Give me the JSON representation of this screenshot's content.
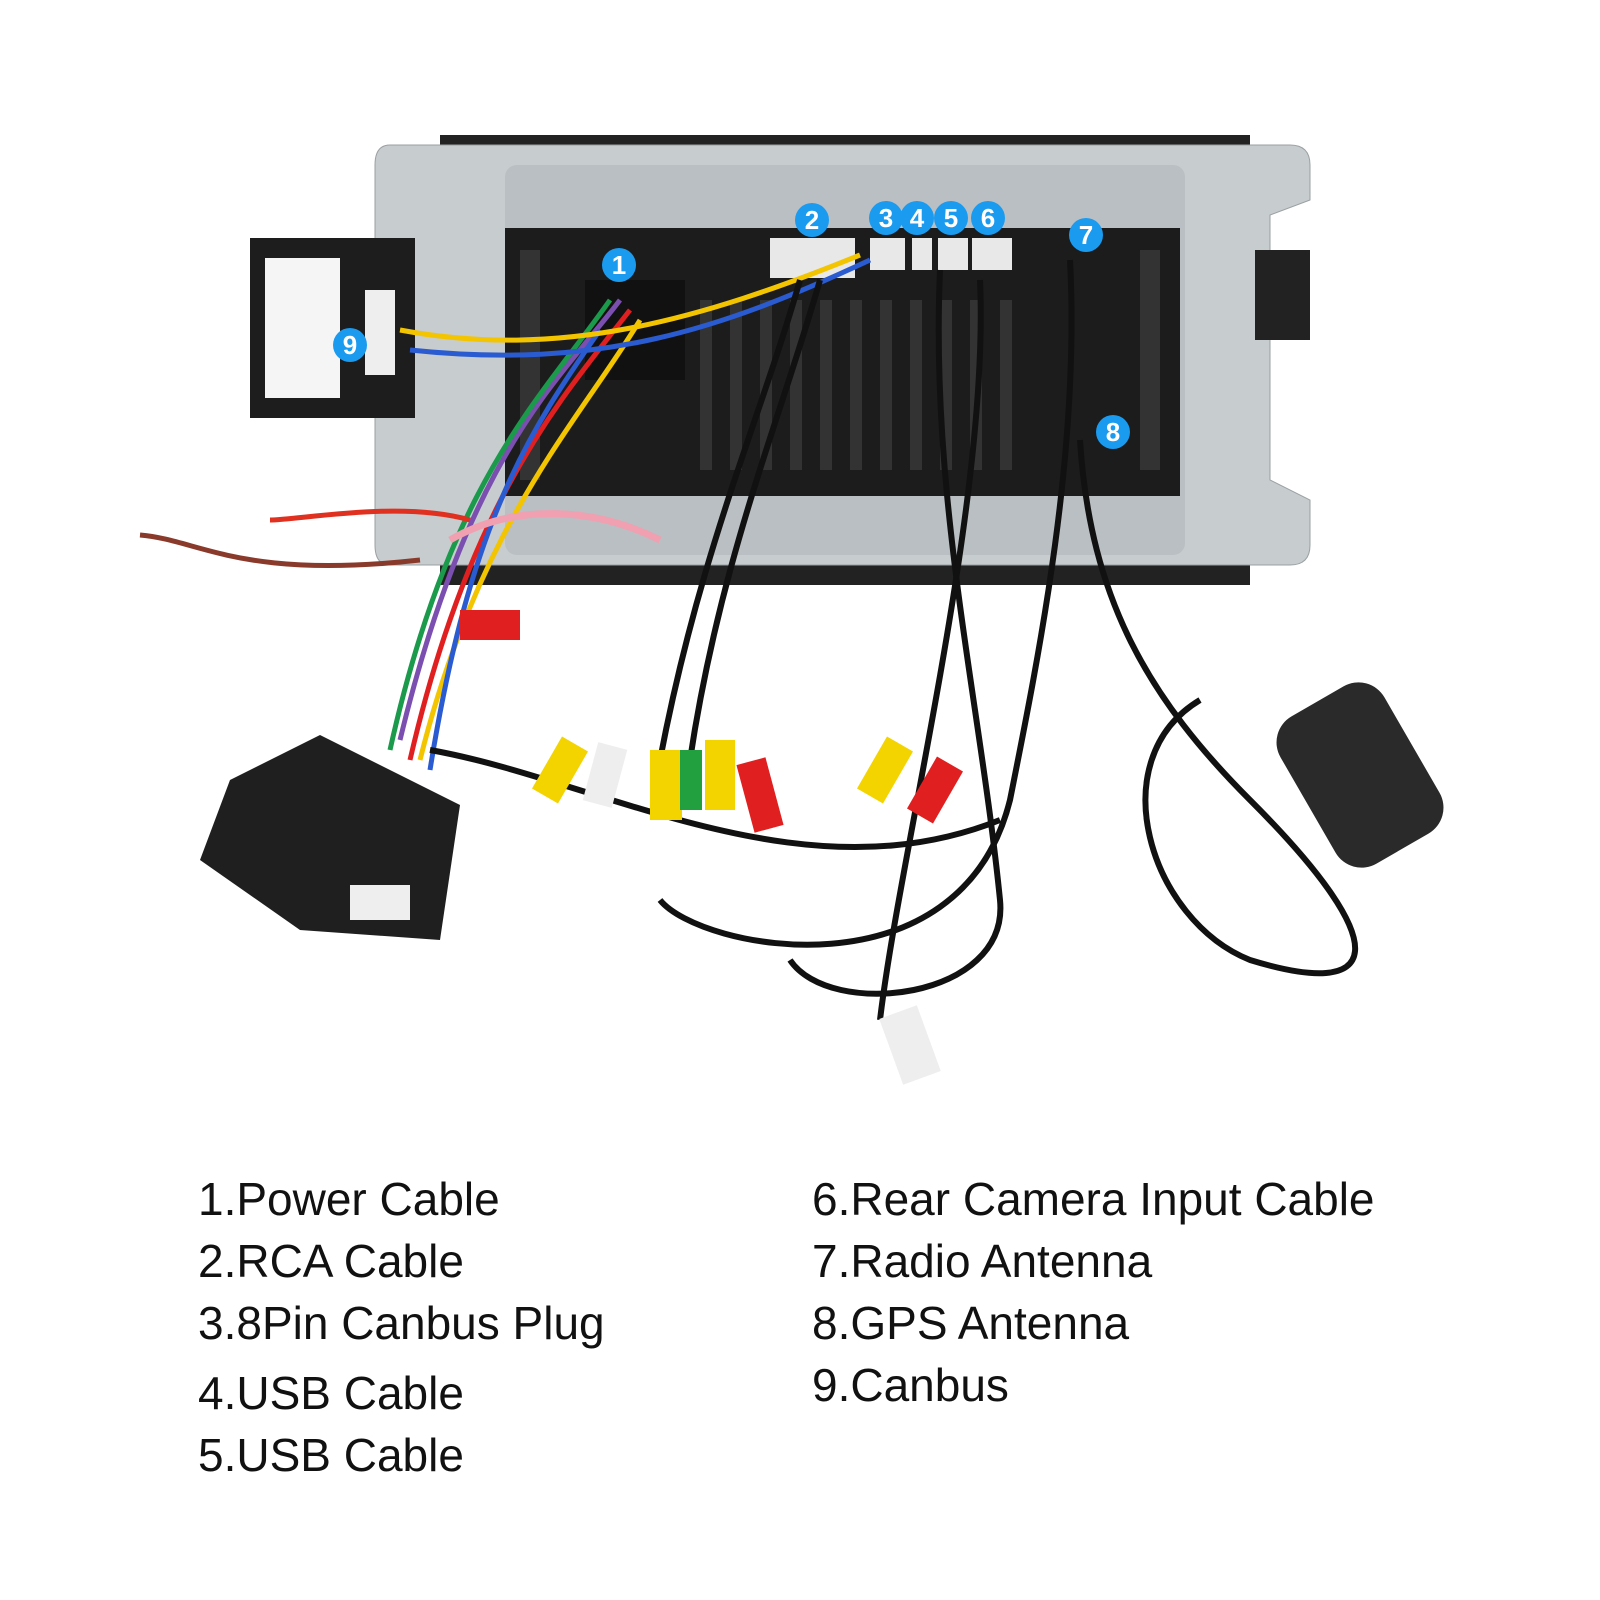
{
  "badges": [
    "1",
    "2",
    "3",
    "4",
    "5",
    "6",
    "7",
    "8",
    "9"
  ],
  "legend": {
    "left": [
      "1.Power Cable",
      "2.RCA Cable",
      "3.8Pin Canbus Plug",
      "4.USB Cable",
      "5.USB Cable"
    ],
    "right": [
      "6.Rear Camera Input Cable",
      "7.Radio Antenna",
      "8.GPS Antenna",
      "9.Canbus"
    ]
  },
  "colors": {
    "badge": "#1a9bf0",
    "plate": "#c9ced0",
    "unit": "#1e1e1e"
  }
}
